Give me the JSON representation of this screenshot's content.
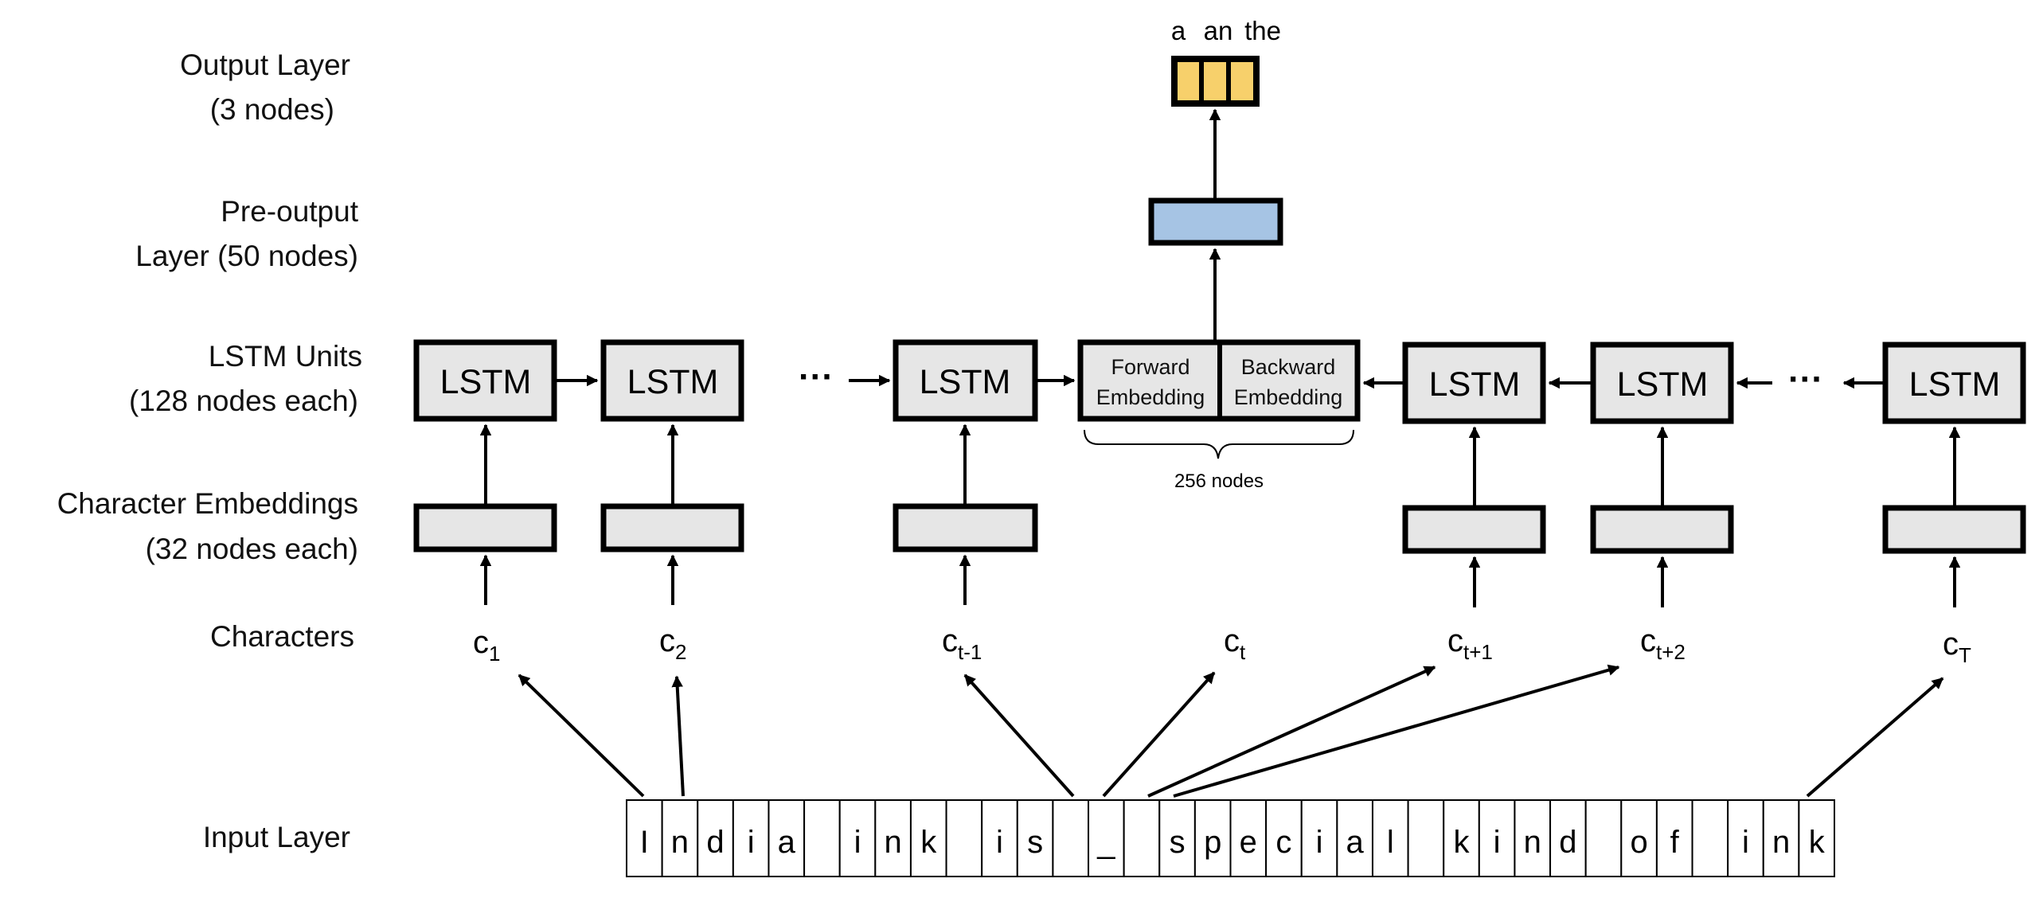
{
  "layer_labels": {
    "output": [
      "Output Layer",
      "(3 nodes)"
    ],
    "preoutput": [
      "Pre-output",
      "Layer (50 nodes)"
    ],
    "lstm": [
      "LSTM Units",
      "(128 nodes each)"
    ],
    "char_emb": [
      "Character  Embeddings",
      "(32 nodes each)"
    ],
    "characters": "Characters",
    "input": "Input Layer"
  },
  "output_labels": {
    "a": "a",
    "an": "an",
    "the": "the"
  },
  "lstm_label": "LSTM",
  "ellipsis": "···",
  "embedding": {
    "forward": [
      "Forward",
      "Embedding"
    ],
    "backward": [
      "Backward",
      "Embedding"
    ],
    "size_label": "256 nodes"
  },
  "characters": [
    {
      "base": "c",
      "sub": "1"
    },
    {
      "base": "c",
      "sub": "2"
    },
    {
      "base": "c",
      "sub": "t-1"
    },
    {
      "base": "c",
      "sub": "t"
    },
    {
      "base": "c",
      "sub": "t+1"
    },
    {
      "base": "c",
      "sub": "t+2"
    },
    {
      "base": "c",
      "sub": "T"
    }
  ],
  "input_sequence": [
    "I",
    "n",
    "d",
    "i",
    "a",
    " ",
    "i",
    "n",
    "k",
    " ",
    "i",
    "s",
    " ",
    "_",
    " ",
    "s",
    "p",
    "e",
    "c",
    "i",
    "a",
    "l",
    " ",
    "k",
    "i",
    "n",
    "d",
    " ",
    "o",
    "f",
    " ",
    "i",
    "n",
    "k"
  ],
  "colors": {
    "lstm_fill": "#e6e6e6",
    "embedding_fill": "#e6e6e6",
    "preoutput_fill": "#a6c4e4",
    "output_fill": "#f7d06b",
    "stroke": "#000000"
  }
}
